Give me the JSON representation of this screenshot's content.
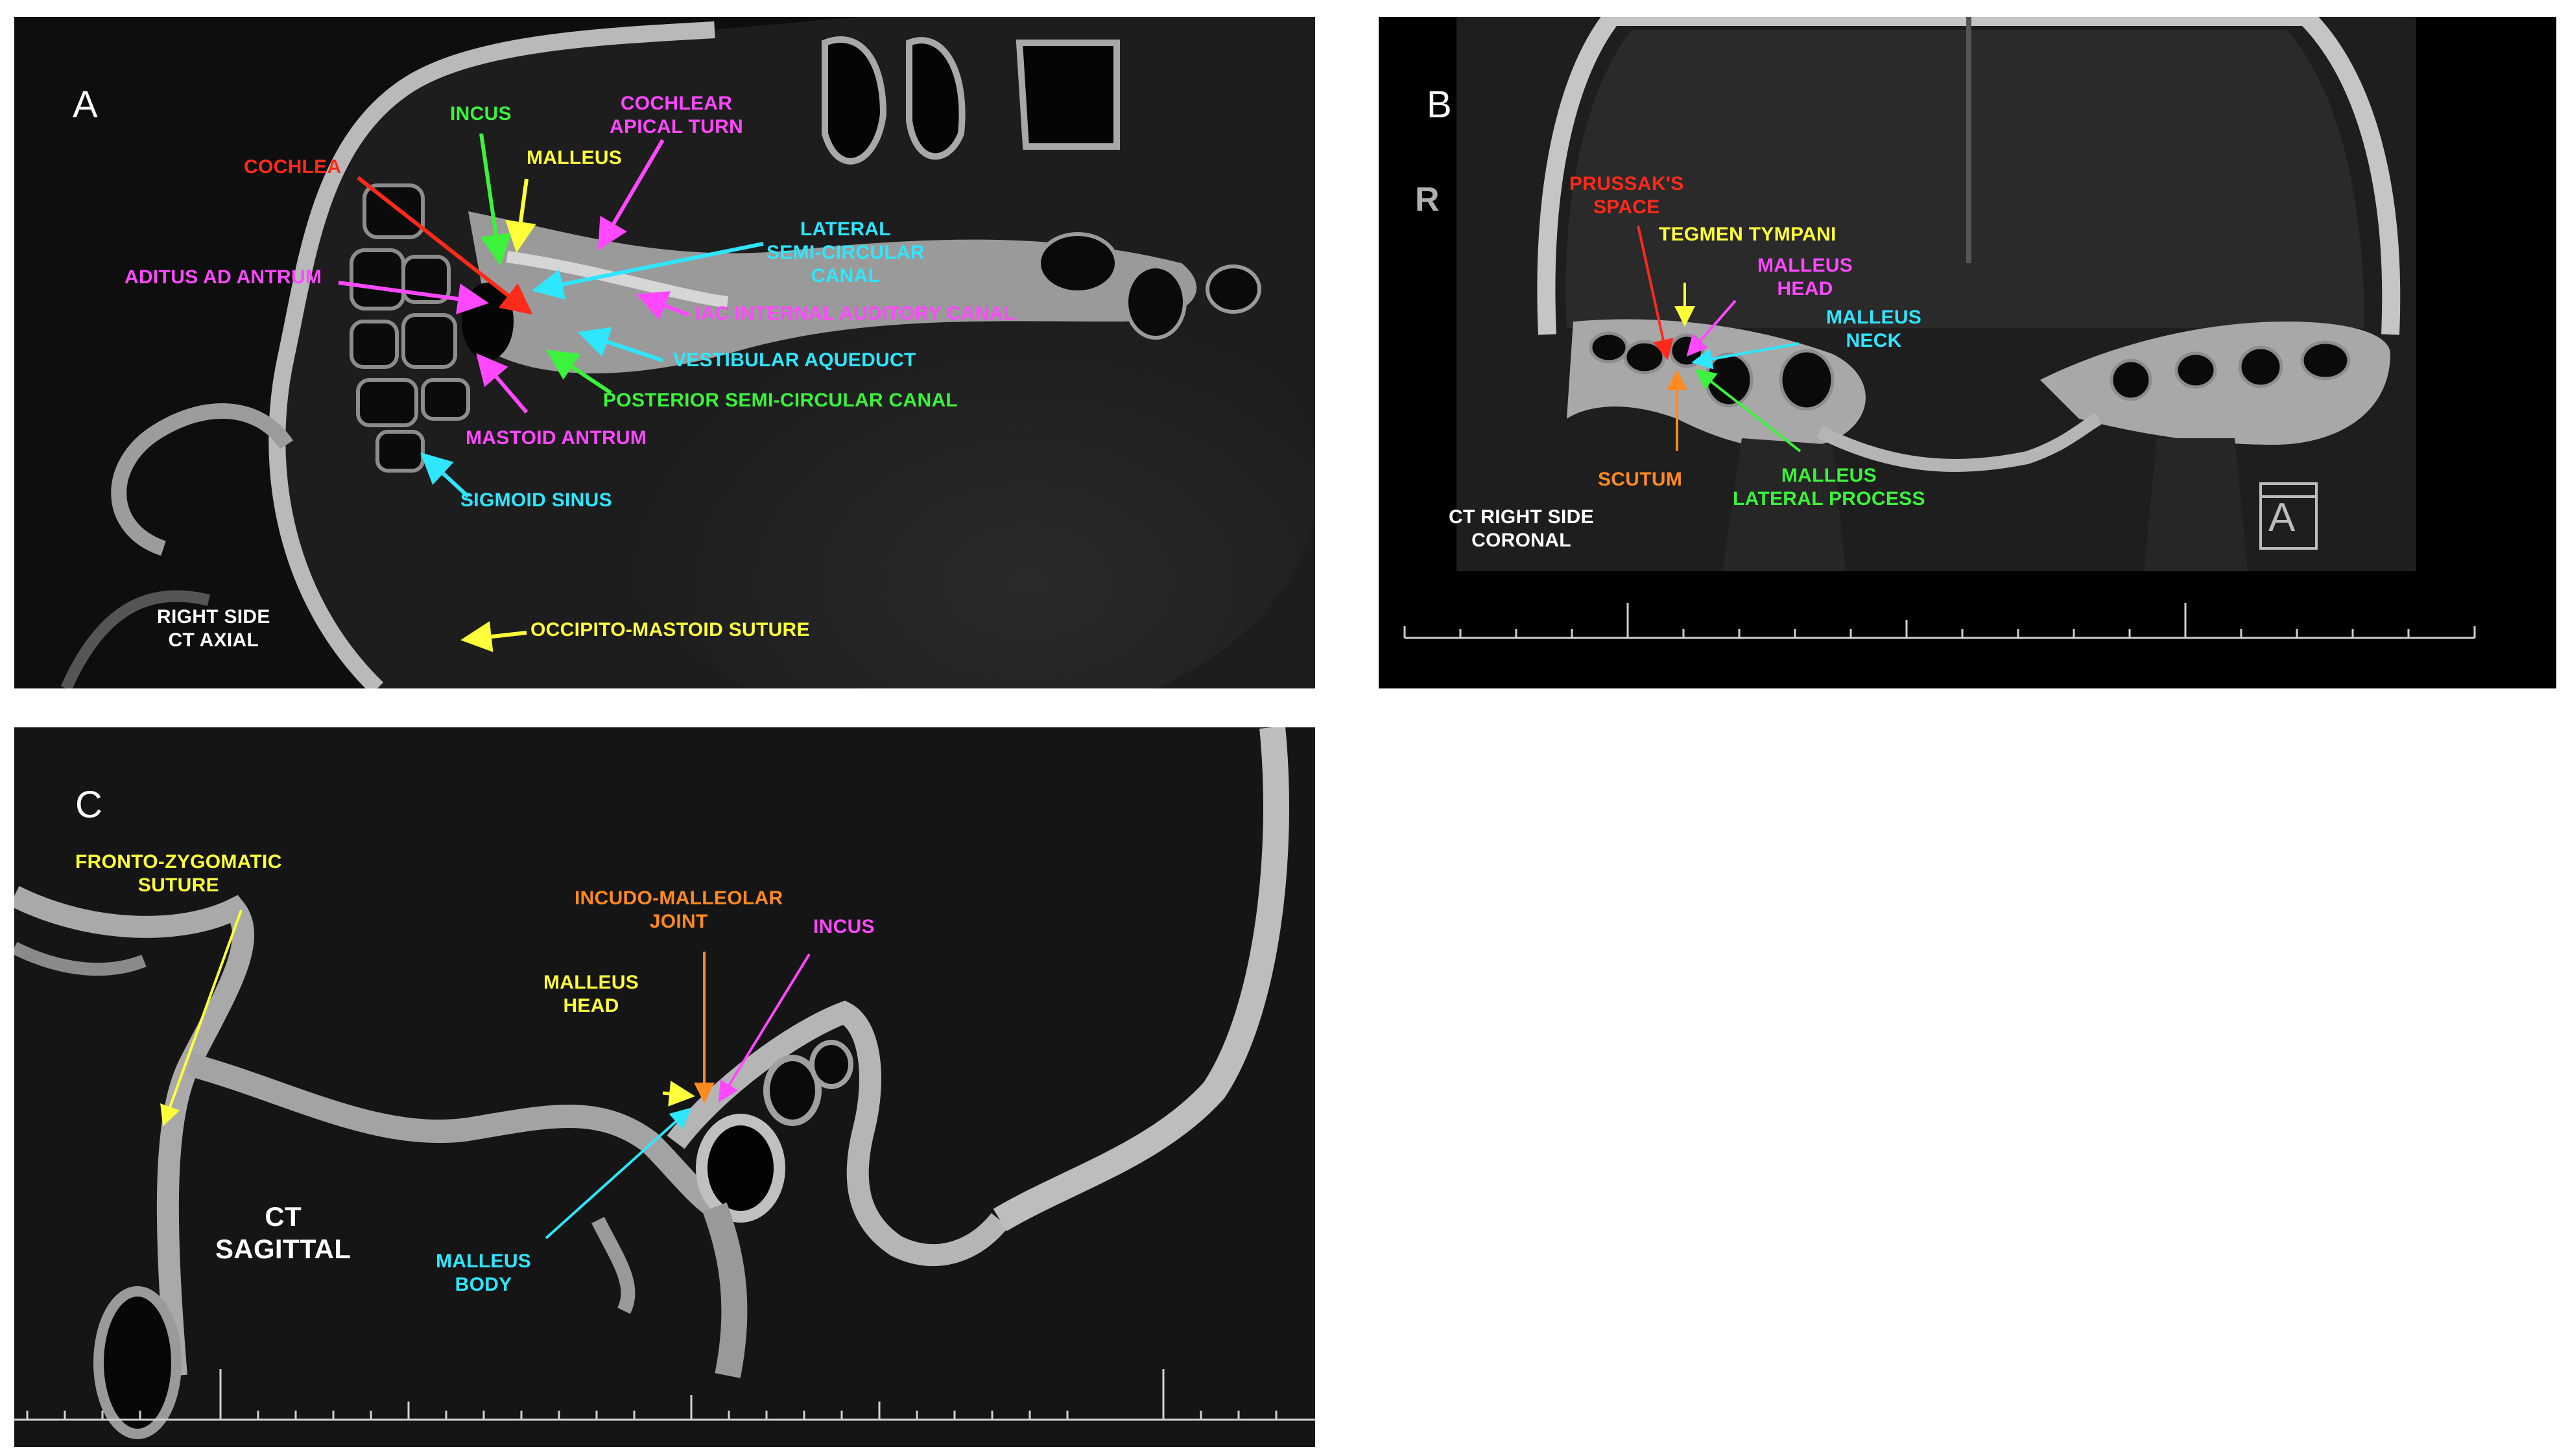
{
  "panel_a": {
    "letter": "A",
    "caption": "RIGHT SIDE\nCT AXIAL",
    "labels": {
      "incus": "INCUS",
      "cochlear_apical_turn": "COCHLEAR\nAPICAL TURN",
      "malleus": "MALLEUS",
      "cochlea": "COCHLEA",
      "lateral_scc": "LATERAL\nSEMI-CIRCULAR\nCANAL",
      "aditus": "ADITUS AD ANTRUM",
      "iac": "IAC INTERNAL AUDITORY CANAL",
      "vestibular_aqueduct": "VESTIBULAR AQUEDUCT",
      "posterior_scc": "POSTERIOR SEMI-CIRCULAR CANAL",
      "mastoid_antrum": "MASTOID ANTRUM",
      "sigmoid_sinus": "SIGMOID SINUS",
      "occipito_mastoid": "OCCIPITO-MASTOID SUTURE"
    }
  },
  "panel_b": {
    "letter": "B",
    "r_marker": "R",
    "a_marker": "A",
    "caption": "CT RIGHT SIDE\nCORONAL",
    "labels": {
      "prussak": "PRUSSAK'S\nSPACE",
      "tegmen": "TEGMEN TYMPANI",
      "malleus_head": "MALLEUS\nHEAD",
      "malleus_neck": "MALLEUS\nNECK",
      "scutum": "SCUTUM",
      "malleus_lateral": "MALLEUS\nLATERAL PROCESS"
    }
  },
  "panel_c": {
    "letter": "C",
    "caption": "CT\nSAGITTAL",
    "labels": {
      "fronto_zygomatic": "FRONTO-ZYGOMATIC\nSUTURE",
      "incudo_malleolar": "INCUDO-MALLEOLAR\nJOINT",
      "incus": "INCUS",
      "malleus_head": "MALLEUS\nHEAD",
      "malleus_body": "MALLEUS\nBODY"
    }
  },
  "colors": {
    "yellow": "#ffff3a",
    "magenta": "#ff48ff",
    "cyan": "#2fe6ff",
    "green": "#3cf23c",
    "red": "#ff2a1a",
    "orange": "#ff8a1f"
  }
}
